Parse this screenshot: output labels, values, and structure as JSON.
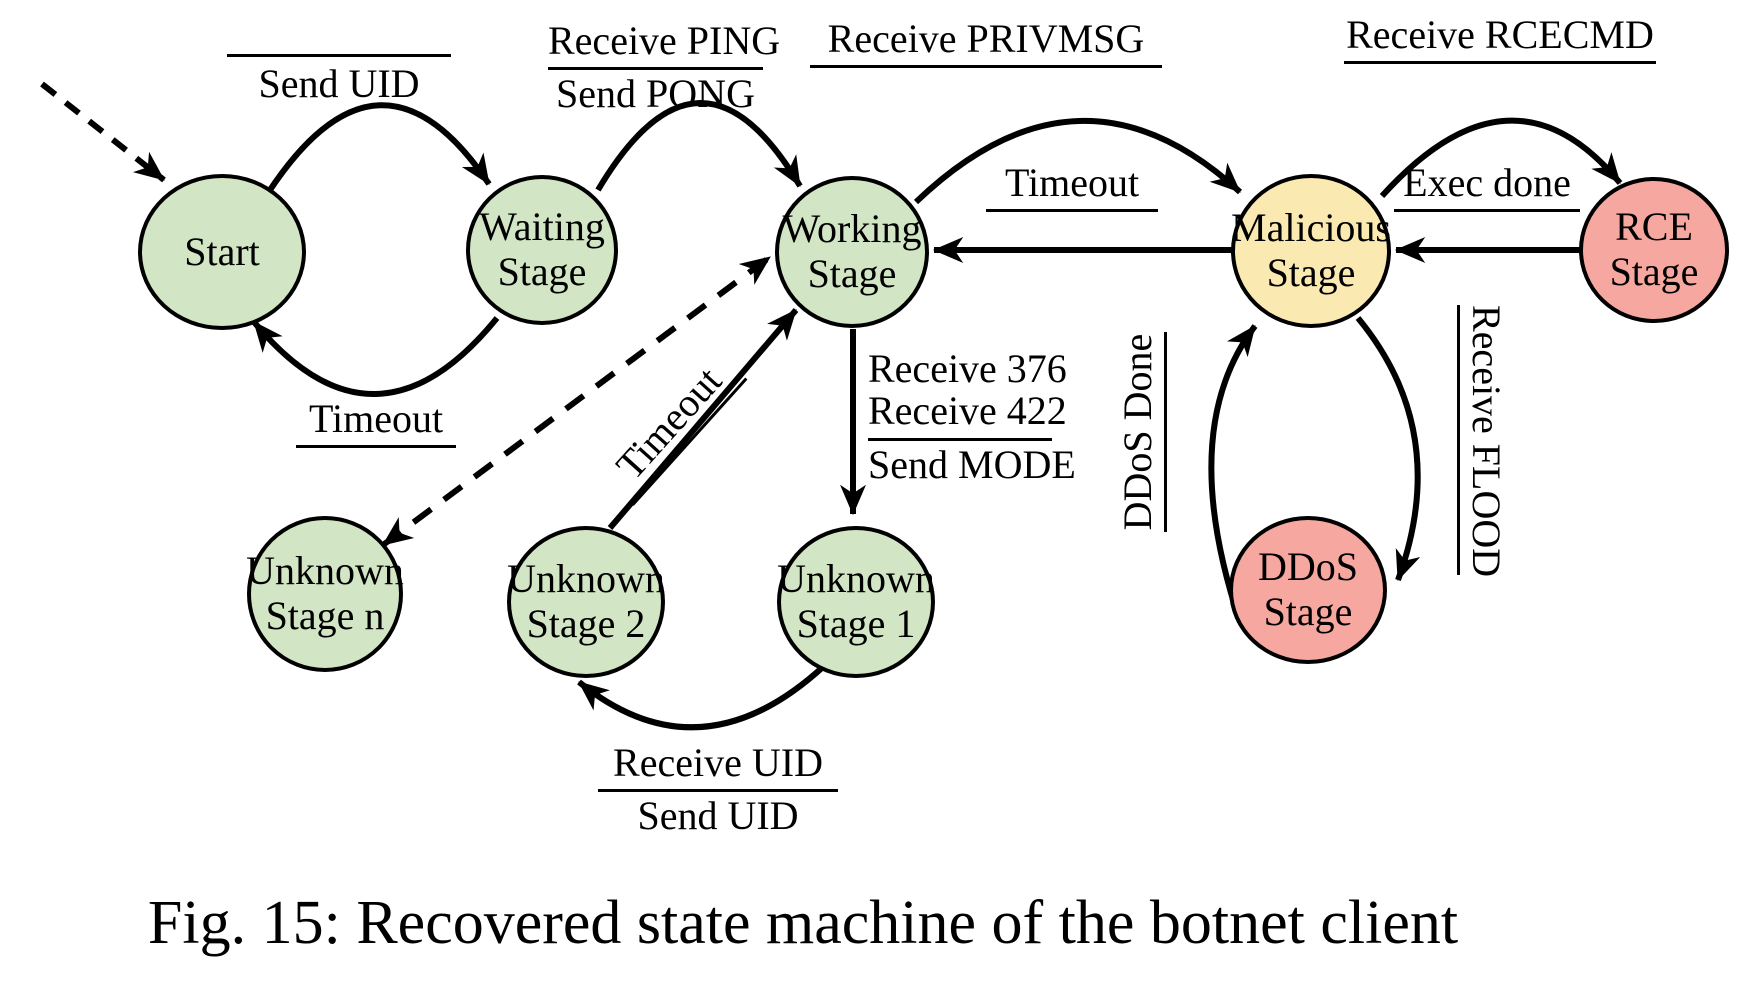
{
  "figure": {
    "caption": "Fig. 15: Recovered state machine of the botnet client"
  },
  "colors": {
    "benign_stage_fill": "#d2e5c4",
    "malicious_stage_fill": "#faeab2",
    "attack_stage_fill": "#f6a8a0",
    "stroke": "#000000"
  },
  "nodes": {
    "start": {
      "line1": "Start",
      "line2": "",
      "color": "#d2e5c4"
    },
    "waiting": {
      "line1": "Waiting",
      "line2": "Stage",
      "color": "#d2e5c4"
    },
    "working": {
      "line1": "Working",
      "line2": "Stage",
      "color": "#d2e5c4"
    },
    "malicious": {
      "line1": "Malicious",
      "line2": "Stage",
      "color": "#faeab2"
    },
    "rce": {
      "line1": "RCE",
      "line2": "Stage",
      "color": "#f6a8a0"
    },
    "ddos": {
      "line1": "DDoS",
      "line2": "Stage",
      "color": "#f6a8a0"
    },
    "unknown_n": {
      "line1": "Unknown",
      "line2": "Stage n",
      "color": "#d2e5c4"
    },
    "unknown_2": {
      "line1": "Unknown",
      "line2": "Stage 2",
      "color": "#d2e5c4"
    },
    "unknown_1": {
      "line1": "Unknown",
      "line2": "Stage 1",
      "color": "#d2e5c4"
    }
  },
  "edges": {
    "start_to_waiting": {
      "send": "Send UID"
    },
    "waiting_to_start": {
      "label": "Timeout"
    },
    "waiting_to_working": {
      "receive": "Receive PING",
      "send": "Send PONG"
    },
    "working_to_malicious": {
      "receive": "Receive PRIVMSG"
    },
    "malicious_to_working": {
      "label": "Timeout"
    },
    "malicious_to_rce": {
      "receive": "Receive RCECMD"
    },
    "rce_to_malicious": {
      "label": "Exec done"
    },
    "malicious_to_ddos": {
      "label": "Receive FLOOD"
    },
    "ddos_to_malicious": {
      "label": "DDoS Done"
    },
    "working_to_unknown1": {
      "receive1": "Receive 376",
      "receive2": "Receive 422",
      "send": "Send MODE"
    },
    "unknown1_to_unknown2": {
      "receive": "Receive UID",
      "send": "Send UID"
    },
    "unknown2_to_working": {
      "label": "Timeout"
    }
  }
}
